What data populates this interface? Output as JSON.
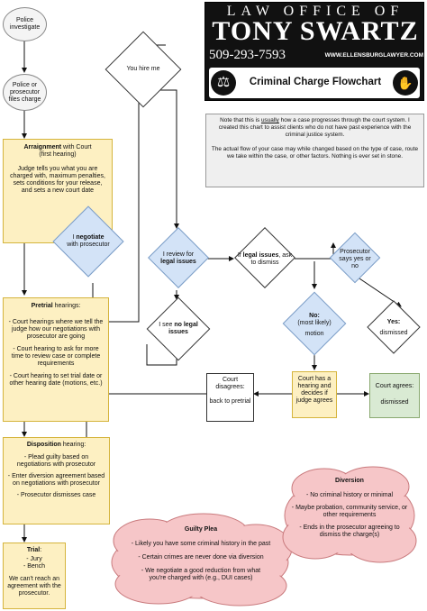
{
  "header": {
    "line1": "LAW OFFICE OF",
    "line2": "TONY SWARTZ",
    "phone": "509-293-7593",
    "website": "WWW.ELLENSBURGLAWYER.COM",
    "title": "Criminal Charge Flowchart"
  },
  "note": {
    "p1_a": "Note that this is ",
    "p1_u": "usually",
    "p1_b": " how a case progresses through the court system. I created this chart to assist clients who do not have past experience with the criminal justice system.",
    "p2": "The actual flow of your case may while changed based on the type of case, route we take within the case, or other factors. Nothing is ever set in stone."
  },
  "nodes": {
    "police_investigate": "Police investigate",
    "police_files": "Police or prosecutor files charge",
    "you_hire": "You hire me",
    "arraignment_b": "Arraignment",
    "arraignment_r": " with Court",
    "arraignment_sub": "(first hearing)",
    "arraignment_desc": "Judge tells you what you are charged with, maximum penalties, sets conditions for your release, and sets a new court date",
    "negotiate_a": "I ",
    "negotiate_b": "negotiate",
    "negotiate_c": " with prosecutor",
    "review_a": "I review for",
    "review_b": "legal issues",
    "if_legal_a": "If ",
    "if_legal_b": "legal issues",
    "if_legal_c": ", ask to dismiss",
    "prosecutor_says": "Prosecutor says yes or no",
    "no_legal_a": "I see ",
    "no_legal_b": "no legal issues",
    "no_b": "No:",
    "no_likely": "(most likely)",
    "no_motion": "motion",
    "yes_b": "Yes:",
    "yes_dismissed": "dismissed",
    "pretrial_b": "Pretrial",
    "pretrial_r": " hearings:",
    "pretrial_1": "- Court hearings where we tell the judge how our negotiations with prosecutor are going",
    "pretrial_2": "- Court hearing to ask for more time to review case or complete requirements",
    "pretrial_3": "- Court hearing to set trial date or other hearing date (motions, etc.)",
    "court_disagrees": "Court disagrees:",
    "back_pretrial": "back to pretrial",
    "court_hearing": "Court has a hearing and decides if judge agrees",
    "court_agrees": "Court agrees:",
    "agrees_dismissed": "dismissed",
    "disposition_b": "Disposition",
    "disposition_r": " hearing:",
    "disposition_1": "- Plead guilty based on negotiations with prosecutor",
    "disposition_2": "- Enter diversion agreement based on negotiations with prosecutor",
    "disposition_3": "- Prosecutor dismisses case",
    "trial_b": "Trial",
    "trial_r": ":",
    "trial_1": "- Jury",
    "trial_2": "- Bench",
    "trial_3": "We can't reach an agreement with the prosecutor.",
    "guilty_title": "Guilty Plea",
    "guilty_1": "- Likely you have some criminal history in the past",
    "guilty_2": "- Certain crimes are never done via diversion",
    "guilty_3": "- We negotiate a good reduction from what you're charged with (e.g., DUI cases)",
    "diversion_title": "Diversion",
    "diversion_1": "- No criminal history or minimal",
    "diversion_2": "- Maybe probation, community service, or other requirements",
    "diversion_3": "- Ends in the prosecutor agreeing to dismiss the charge(s)"
  },
  "colors": {
    "yellow_fill": "#fdf0c2",
    "green_fill": "#d9ead3",
    "blue_fill": "#d3e3f7",
    "cloud_fill": "#f6c6c8"
  },
  "icons": [
    "scales-icon",
    "handshake-icon"
  ]
}
